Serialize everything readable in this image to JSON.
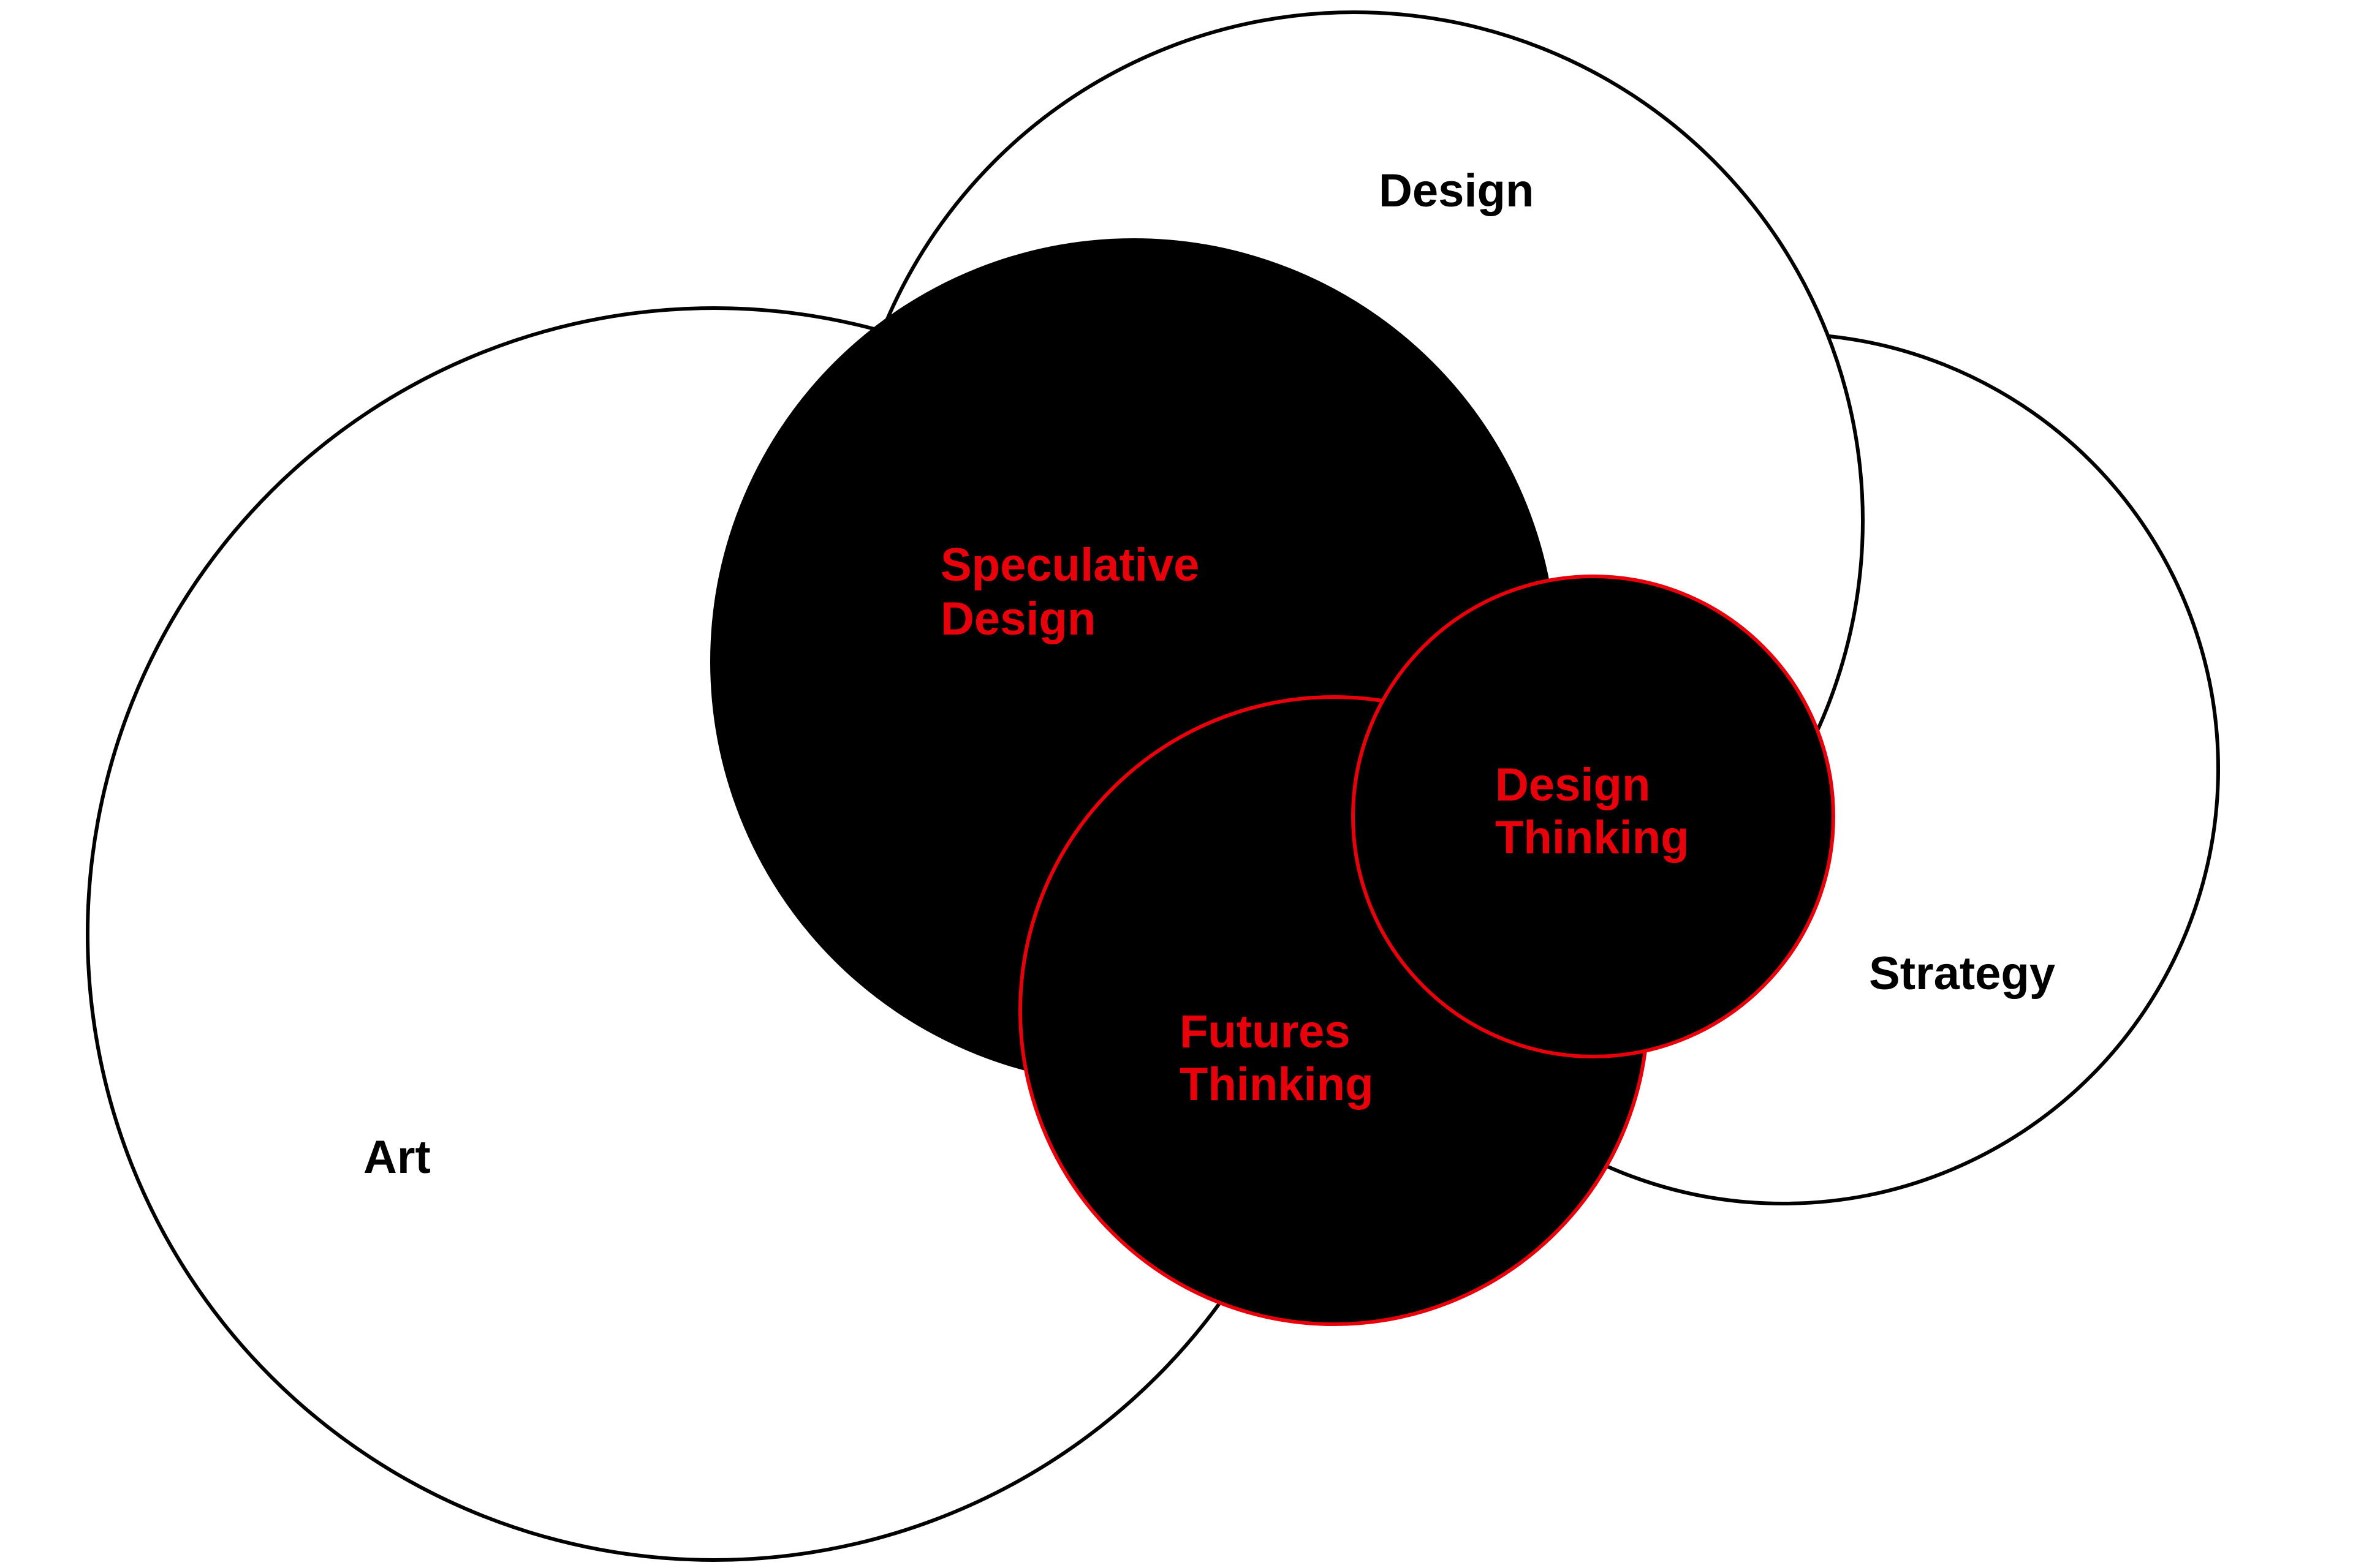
{
  "colors": {
    "background": "#ffffff",
    "outline": "#000000",
    "fill": "#000000",
    "accent": "#e8000a"
  },
  "outer_areas": {
    "design": "Design",
    "art": "Art",
    "strategy": "Strategy"
  },
  "inner_areas": {
    "speculative_design": [
      "Speculative",
      "Design"
    ],
    "design_thinking": [
      "Design",
      "Thinking"
    ],
    "futures_thinking": [
      "Futures",
      "Thinking"
    ]
  }
}
